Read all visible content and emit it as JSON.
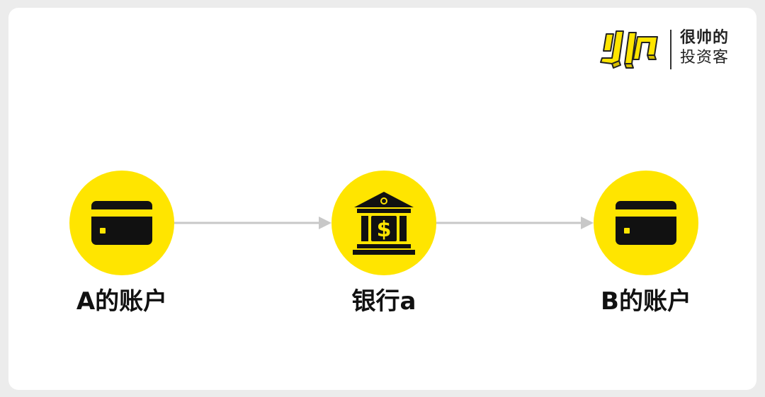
{
  "brand": {
    "line1": "很帅的",
    "line2": "投资客",
    "mark_icon": "shuai-logo-icon",
    "accent": "#ffe500"
  },
  "flow": {
    "nodes": [
      {
        "label": "A的账户",
        "icon": "credit-card-icon"
      },
      {
        "label": "银行a",
        "icon": "bank-dollar-icon"
      },
      {
        "label": "B的账户",
        "icon": "credit-card-icon"
      }
    ],
    "arrow_color": "#c8c8c8"
  }
}
